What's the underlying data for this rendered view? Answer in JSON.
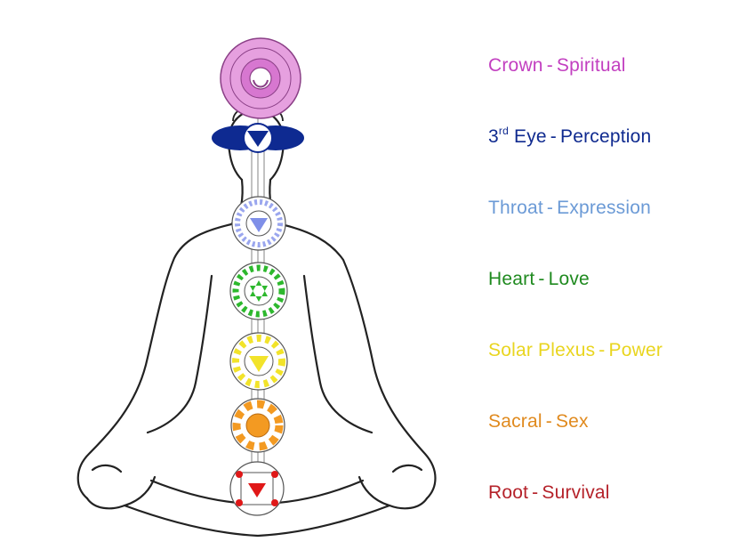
{
  "chakras": [
    {
      "id": "crown",
      "name": "Crown",
      "meaning": "Spiritual",
      "sep": "-",
      "color": "#c23fc0",
      "fill": "#e693df",
      "shape": "circle"
    },
    {
      "id": "third-eye",
      "name": "3rd Eye",
      "name_base": "3",
      "name_sup": "rd",
      "name_rest": " Eye",
      "meaning": "Perception",
      "sep": "-",
      "color": "#0f2a8f",
      "fill": "#0e2a91",
      "shape": "lotus2"
    },
    {
      "id": "throat",
      "name": "Throat",
      "meaning": "Expression",
      "sep": "-",
      "color": "#6b9ad6",
      "fill": "#7f8fe8",
      "shape": "triangle-down"
    },
    {
      "id": "heart",
      "name": "Heart",
      "meaning": "Love",
      "sep": "-",
      "color": "#1f8a1f",
      "fill": "#2db82d",
      "shape": "star"
    },
    {
      "id": "solar",
      "name": "Solar Plexus",
      "meaning": "Power",
      "sep": "-",
      "color": "#e9d51f",
      "fill": "#f2e32a",
      "shape": "triangle-down"
    },
    {
      "id": "sacral",
      "name": "Sacral",
      "meaning": "Sex",
      "sep": "-",
      "color": "#e08a1e",
      "fill": "#f39a22",
      "shape": "circle"
    },
    {
      "id": "root",
      "name": "Root",
      "meaning": "Survival",
      "sep": "-",
      "color": "#b5222a",
      "fill": "#e01818",
      "shape": "triangle-down"
    }
  ]
}
